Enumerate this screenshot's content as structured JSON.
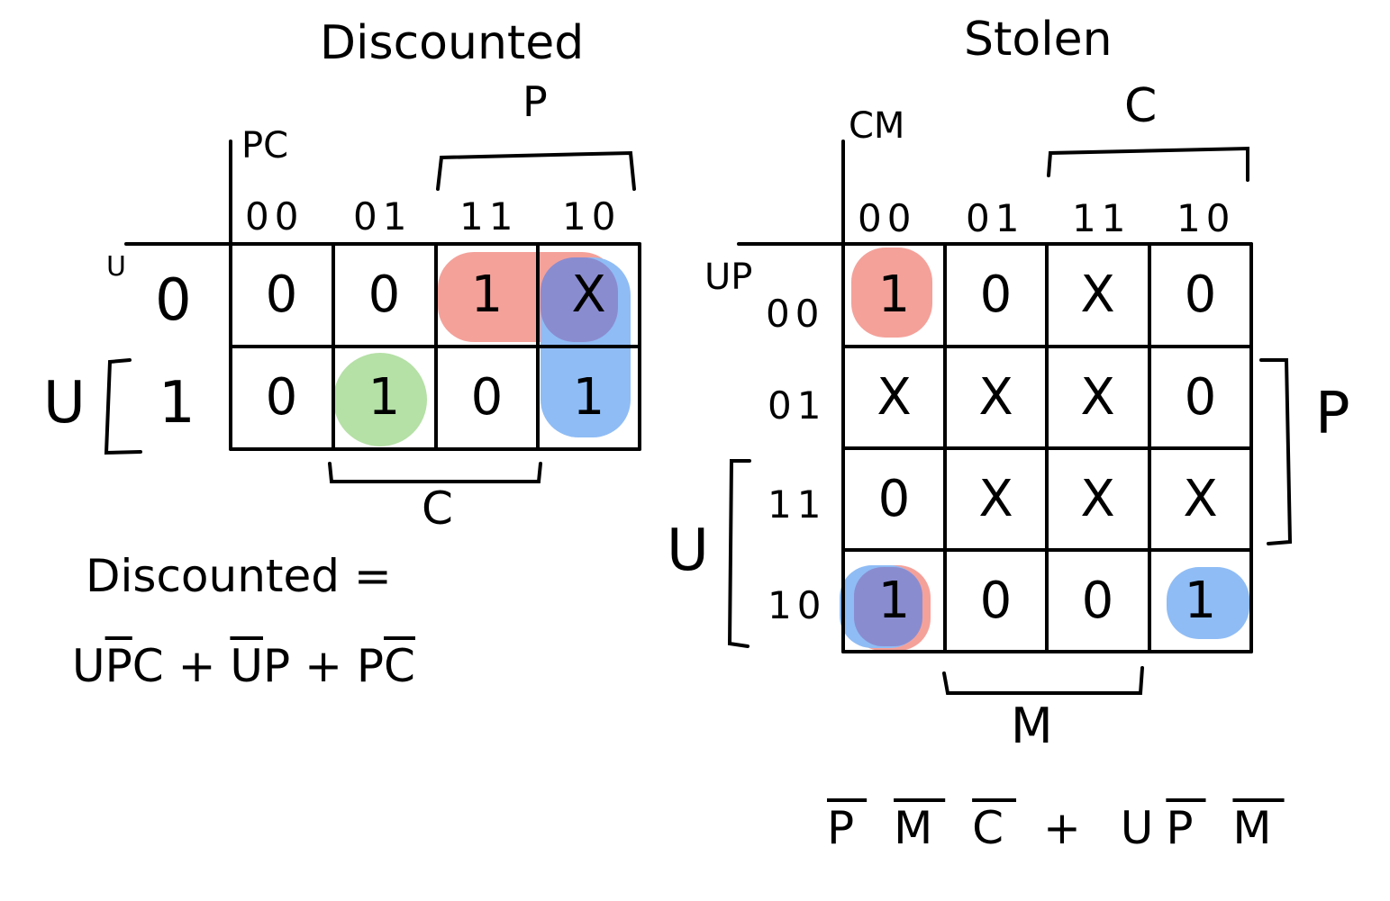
{
  "left": {
    "title": "Discounted",
    "corner_label": "PC",
    "col_codes": [
      "00",
      "01",
      "11",
      "10"
    ],
    "row_var": "U",
    "row_codes": [
      "0",
      "1"
    ],
    "cells": [
      [
        "0",
        "0",
        "1",
        "X"
      ],
      [
        "0",
        "1",
        "0",
        "1"
      ]
    ],
    "bracket_top": "P",
    "bracket_bottom": "C",
    "bracket_left": "U",
    "eq_lhs": "Discounted =",
    "eq_terms": [
      {
        "plain": "U",
        "over": "P",
        "rest": "C"
      },
      {
        "plain": "",
        "over": "U",
        "rest": "P"
      },
      {
        "plain": "P",
        "over": "C",
        "rest": ""
      }
    ],
    "plus": "+"
  },
  "right": {
    "title": "Stolen",
    "corner_label": "CM",
    "row_var_label": "UP",
    "col_codes": [
      "00",
      "01",
      "11",
      "10"
    ],
    "row_codes": [
      "00",
      "01",
      "11",
      "10"
    ],
    "cells": [
      [
        "1",
        "0",
        "X",
        "0"
      ],
      [
        "X",
        "X",
        "X",
        "0"
      ],
      [
        "0",
        "X",
        "X",
        "X"
      ],
      [
        "1",
        "0",
        "0",
        "1"
      ]
    ],
    "bracket_top": "C",
    "bracket_right": "P",
    "bracket_left": "U",
    "bracket_bottom": "M",
    "eq_terms": [
      {
        "over": "P"
      },
      {
        "over": "M"
      },
      {
        "over": "C"
      },
      {
        "plus": "+"
      },
      {
        "plain": "U"
      },
      {
        "over": "P"
      },
      {
        "over": "M"
      }
    ]
  },
  "colors": {
    "red": "#f4a19a",
    "blue": "#8fbcf5",
    "green": "#b5e0a6",
    "purple": "#8a8cd0",
    "line": "#000000"
  }
}
